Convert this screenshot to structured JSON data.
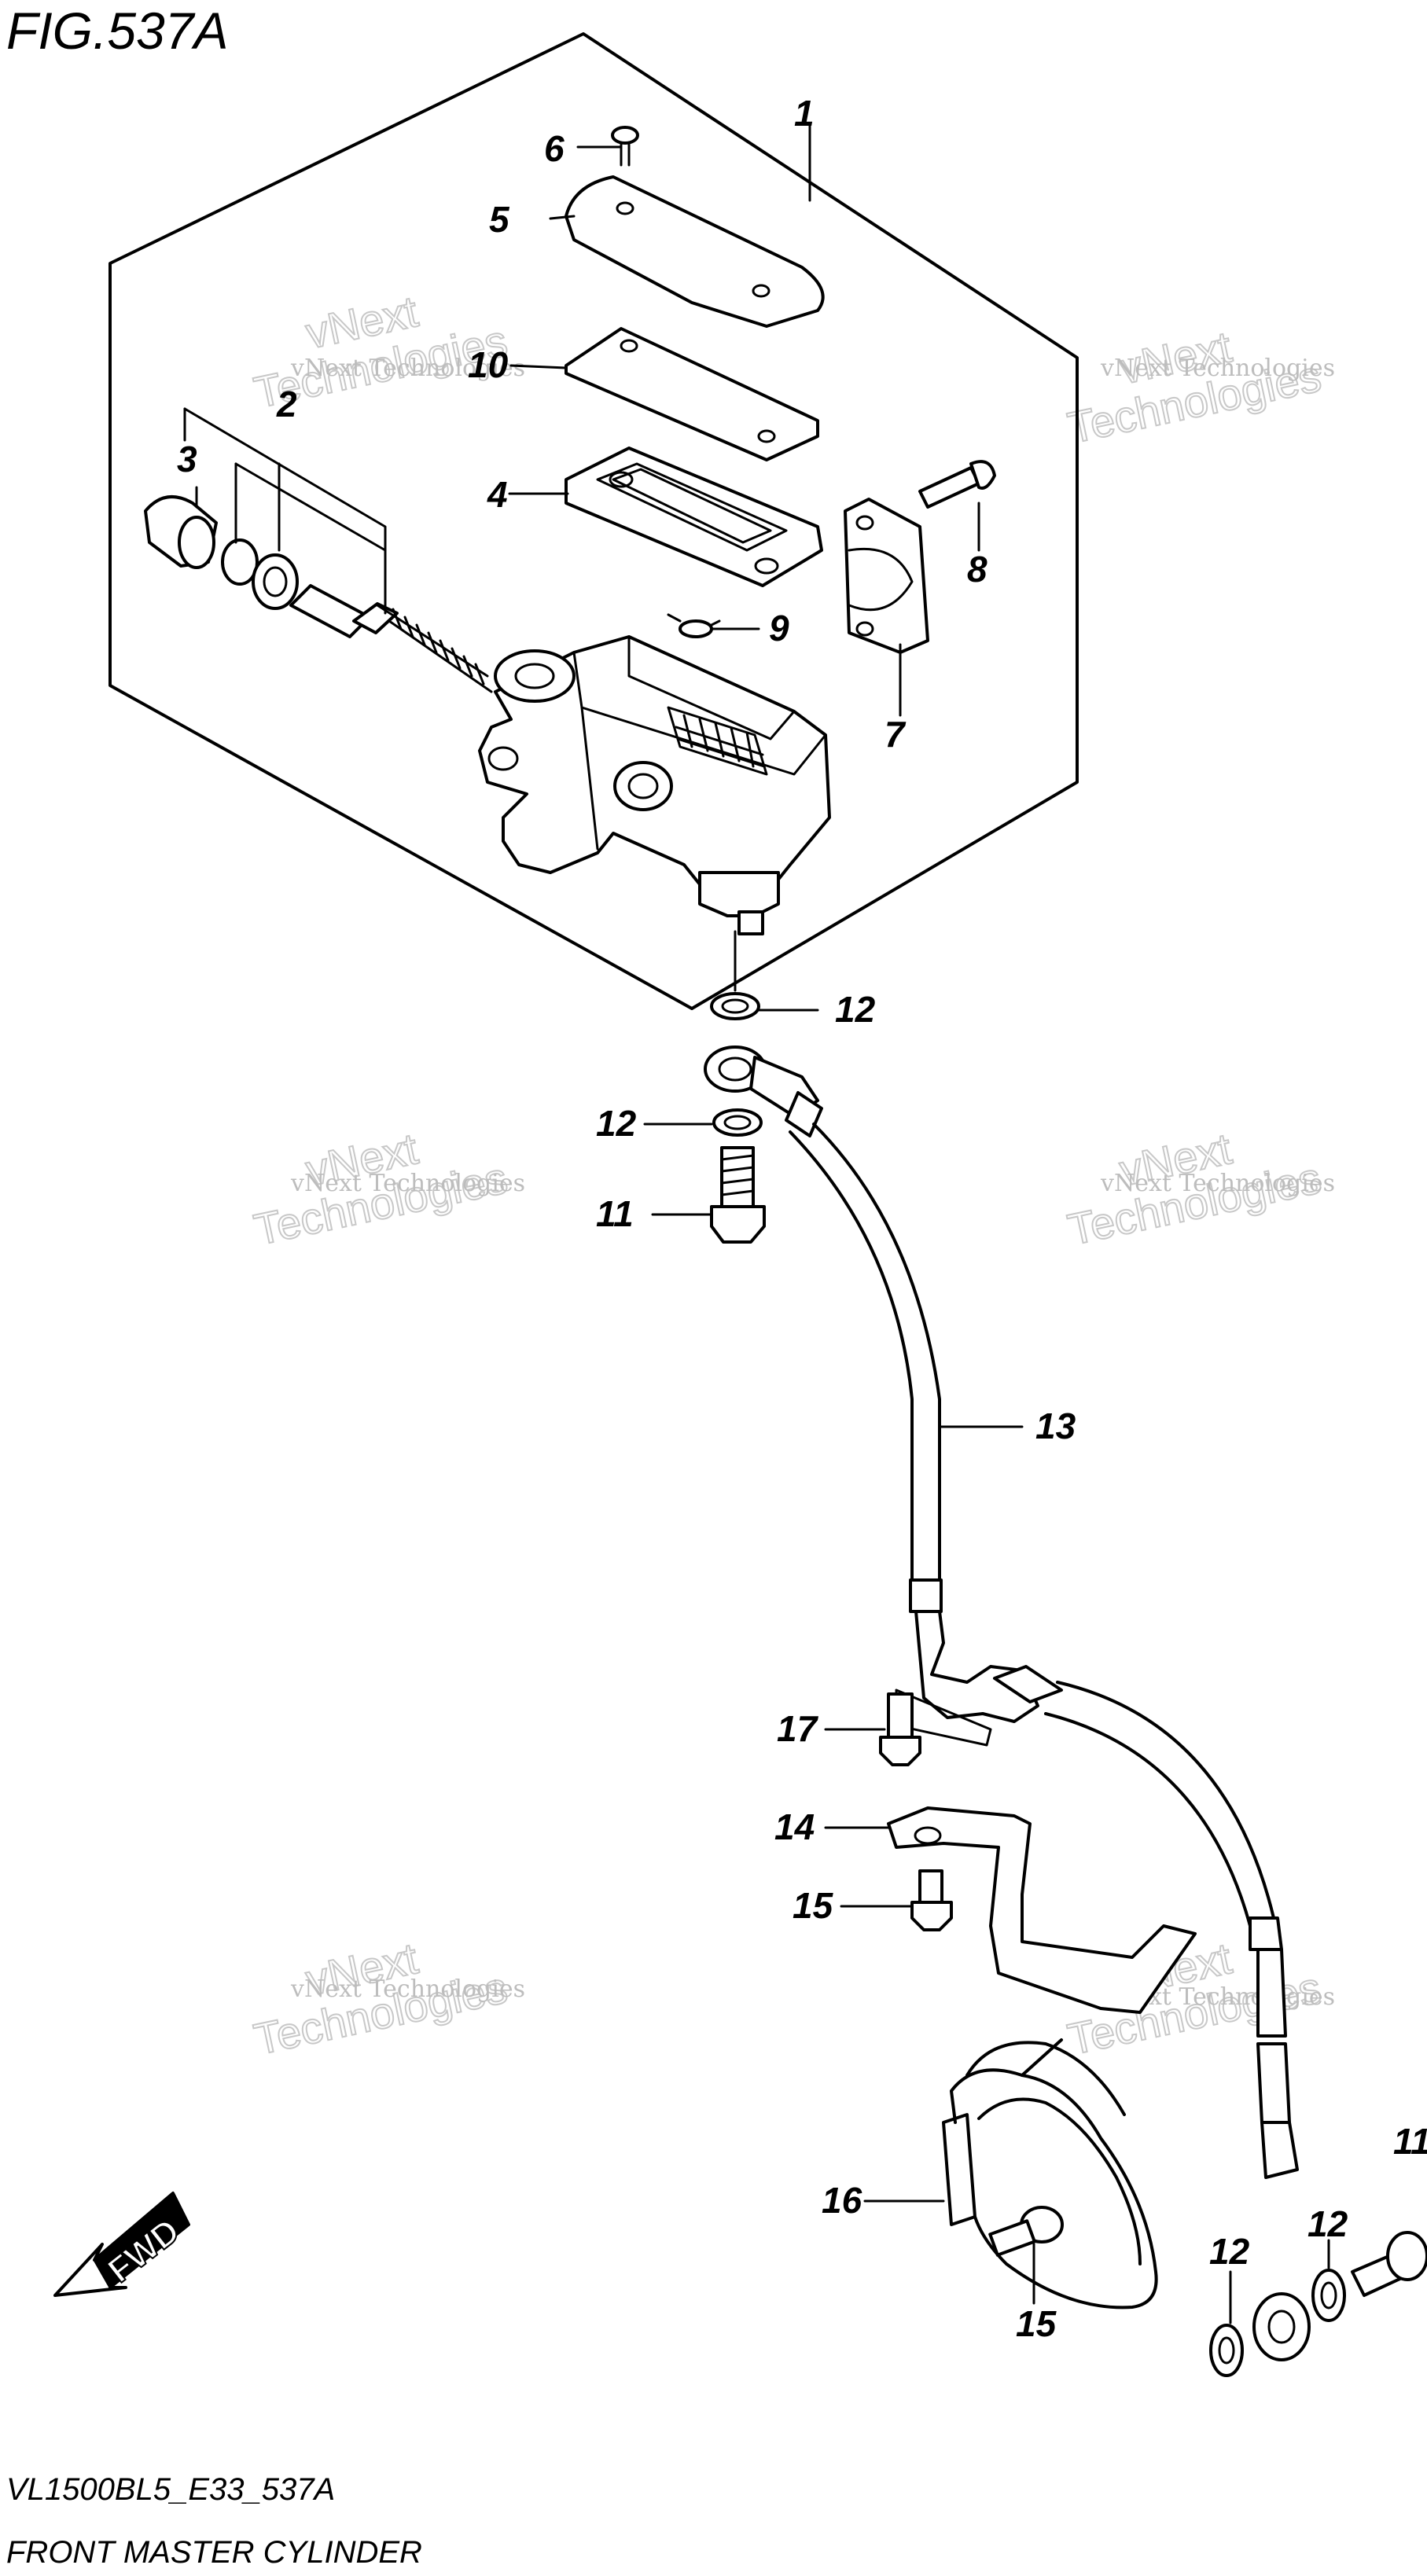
{
  "figure": {
    "title": "FIG.537A",
    "model_code": "VL1500BL5_E33_537A",
    "caption": "FRONT MASTER CYLINDER",
    "direction_label": "FWD"
  },
  "watermark": {
    "line1": "vNext Technologies",
    "line2": "vNext",
    "line3": "Technologies"
  },
  "callouts": {
    "c1": "1",
    "c2": "2",
    "c3": "3",
    "c4": "4",
    "c5": "5",
    "c6": "6",
    "c7": "7",
    "c8": "8",
    "c9": "9",
    "c10": "10",
    "c11": "11",
    "c12a": "12",
    "c12b": "12",
    "c12c": "12",
    "c12d": "12",
    "c13": "13",
    "c14": "14",
    "c15a": "15",
    "c15b": "15",
    "c16": "16",
    "c17": "17",
    "c11b": "11"
  }
}
